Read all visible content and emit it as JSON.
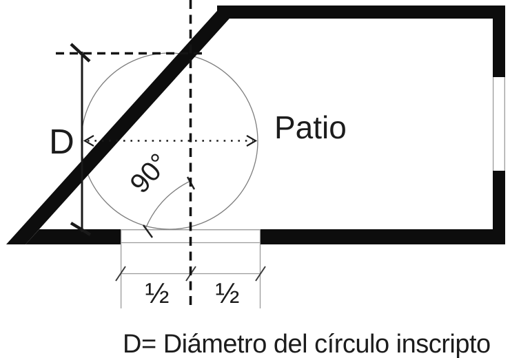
{
  "diagram": {
    "room_label": "Patio",
    "diameter_label": "D",
    "angle_label": "90°",
    "left_half_label": "½",
    "right_half_label": "½",
    "caption": "D= Diámetro del círculo inscripto"
  },
  "colors": {
    "background": "#ffffff",
    "wall": "#0d0d0d",
    "circle_line": "#7d7d7d",
    "construction_line": "#9a9a9a",
    "dimension_line": "#1a1a1a",
    "tick_mark": "#3c3c3c"
  }
}
